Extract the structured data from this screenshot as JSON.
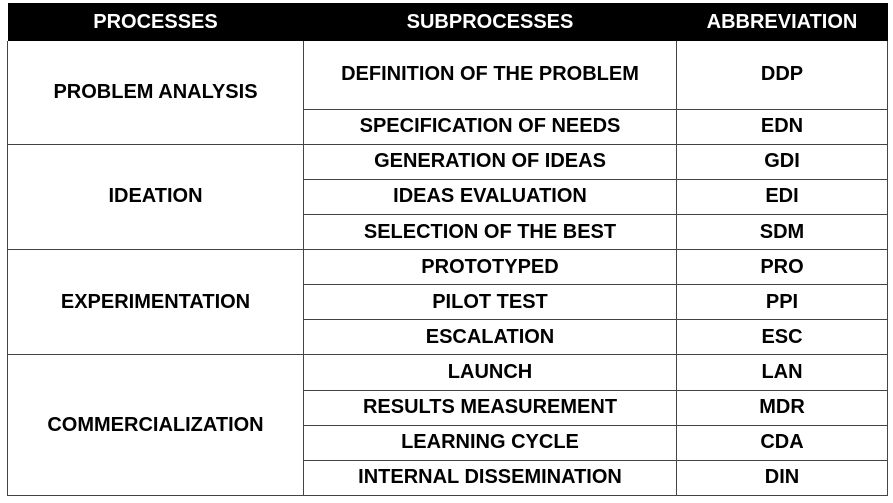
{
  "headers": {
    "processes": "PROCESSES",
    "subprocesses": "SUBPROCESSES",
    "abbreviation": "ABBREVIATION"
  },
  "groups": [
    {
      "process": "PROBLEM ANALYSIS",
      "rows": [
        {
          "sub": "DEFINITION OF THE PROBLEM",
          "abbr": "DDP"
        },
        {
          "sub": "SPECIFICATION OF NEEDS",
          "abbr": "EDN"
        }
      ]
    },
    {
      "process": "IDEATION",
      "rows": [
        {
          "sub": "GENERATION OF IDEAS",
          "abbr": "GDI"
        },
        {
          "sub": "IDEAS EVALUATION",
          "abbr": "EDI"
        },
        {
          "sub": "SELECTION OF THE BEST",
          "abbr": "SDM"
        }
      ]
    },
    {
      "process": "EXPERIMENTATION",
      "rows": [
        {
          "sub": "PROTOTYPED",
          "abbr": "PRO"
        },
        {
          "sub": "PILOT TEST",
          "abbr": "PPI"
        },
        {
          "sub": "ESCALATION",
          "abbr": "ESC"
        }
      ]
    },
    {
      "process": "COMMERCIALIZATION",
      "rows": [
        {
          "sub": "LAUNCH",
          "abbr": "LAN"
        },
        {
          "sub": "RESULTS MEASUREMENT",
          "abbr": "MDR"
        },
        {
          "sub": "LEARNING CYCLE",
          "abbr": "CDA"
        },
        {
          "sub": "INTERNAL DISSEMINATION",
          "abbr": "DIN"
        }
      ]
    }
  ]
}
